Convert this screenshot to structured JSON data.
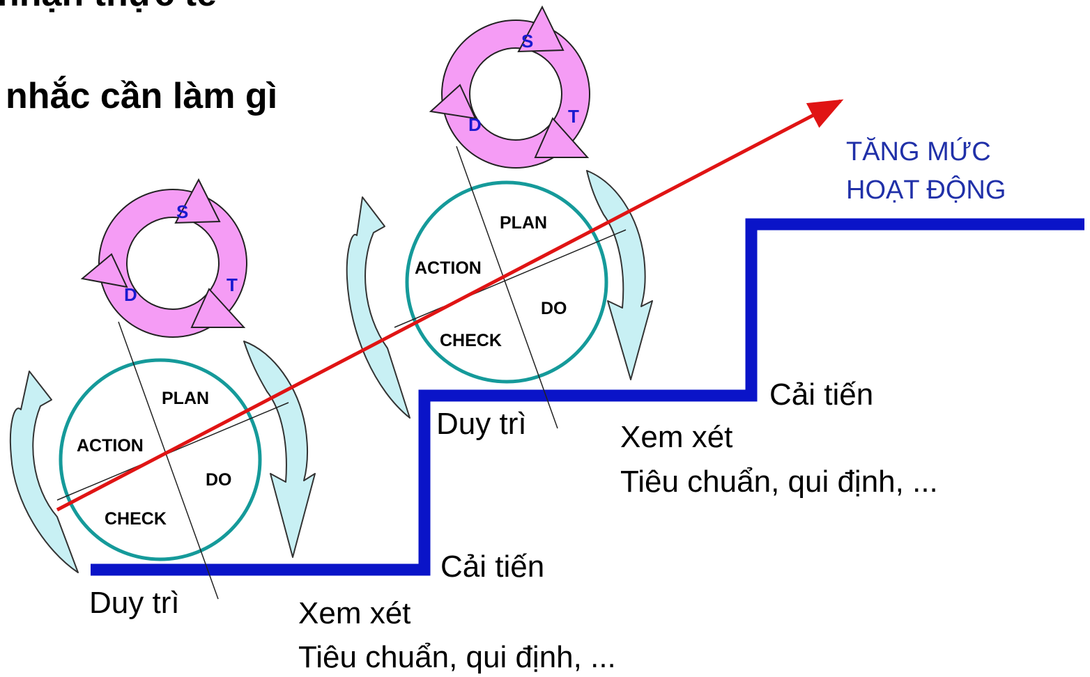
{
  "heading": {
    "line1": "nhận thực tế",
    "line2": "nhắc cần làm gì"
  },
  "colors": {
    "step_line": "#0a14c8",
    "trend_arrow": "#e01414",
    "pdca_circle": "#159a9a",
    "sdt_ring": "#f59cf5",
    "sdt_letters": "#1a1ad0",
    "rotation_arrow": "#c8f0f4",
    "target_text": "#2030a8"
  },
  "cycle_left": {
    "pdca": {
      "plan": "PLAN",
      "action": "ACTION",
      "do": "DO",
      "check": "CHECK"
    },
    "sdt": {
      "s": "S",
      "d": "D",
      "t": "T"
    }
  },
  "cycle_right": {
    "pdca": {
      "plan": "PLAN",
      "action": "ACTION",
      "do": "DO",
      "check": "CHECK"
    },
    "sdt": {
      "s": "S",
      "d": "D",
      "t": "T"
    }
  },
  "step_lower": {
    "maintain": "Duy trì",
    "improve": "Cải tiến",
    "review": "Xem xét",
    "standards": "Tiêu chuẩn, qui định, ..."
  },
  "step_upper": {
    "maintain": "Duy trì",
    "improve": "Cải tiến",
    "review": "Xem xét",
    "standards": "Tiêu chuẩn, qui định, ..."
  },
  "target": {
    "line1": "TĂNG MỨC",
    "line2": "HOẠT ĐỘNG"
  }
}
